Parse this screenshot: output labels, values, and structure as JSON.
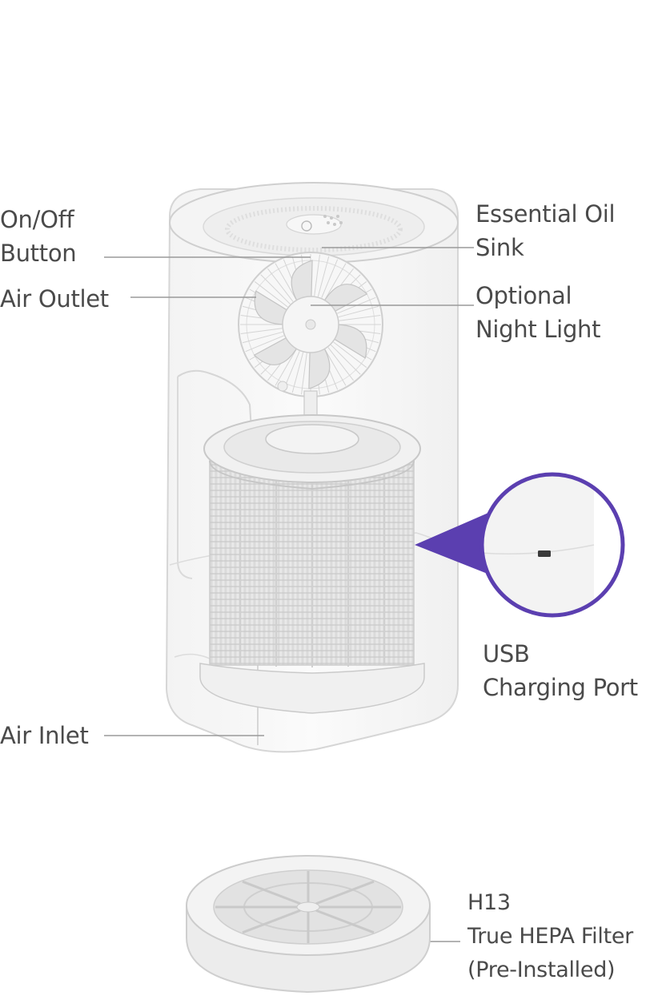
{
  "labels": {
    "on_off": [
      "On/Off",
      "Button"
    ],
    "air_outlet": [
      "Air Outlet"
    ],
    "essential_oil": [
      "Essential Oil",
      "Sink"
    ],
    "night_light": [
      "Optional",
      "Night Light"
    ],
    "usb": [
      "USB",
      "Charging Port"
    ],
    "air_inlet": [
      "Air Inlet"
    ],
    "hepa": [
      "H13",
      "True HEPA Filter",
      "(Pre-Installed)"
    ]
  },
  "colors": {
    "text": "#4a4a4a",
    "leader_line": "#9a9a9a",
    "accent": "#5b3fb0",
    "body_outline": "#cfcfcf",
    "body_fill": "#f6f6f6",
    "filter_fill": "#e6e6e6"
  }
}
